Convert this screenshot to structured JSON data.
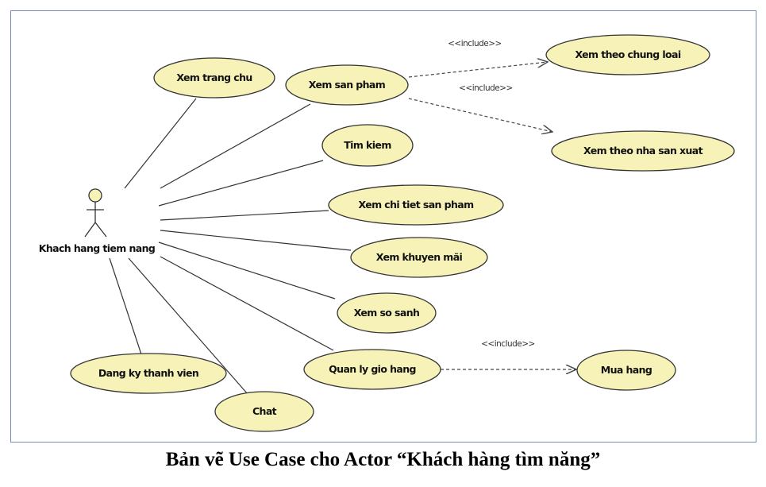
{
  "diagram": {
    "actor": {
      "name": "Khach hang tiem nang"
    },
    "use_cases": [
      {
        "id": "trang_chu",
        "label": "Xem trang chu"
      },
      {
        "id": "san_pham",
        "label": "Xem san pham"
      },
      {
        "id": "chung_loai",
        "label": "Xem theo chung loai"
      },
      {
        "id": "nha_sx",
        "label": "Xem theo nha san xuat"
      },
      {
        "id": "tim_kiem",
        "label": "Tim kiem"
      },
      {
        "id": "chi_tiet",
        "label": "Xem chi tiet san pham"
      },
      {
        "id": "khuyen_mai",
        "label": "Xem khuyen mãi"
      },
      {
        "id": "so_sanh",
        "label": "Xem so sanh"
      },
      {
        "id": "gio_hang",
        "label": "Quan ly gio hang"
      },
      {
        "id": "mua_hang",
        "label": "Mua hang"
      },
      {
        "id": "dang_ky",
        "label": "Dang ky thanh vien"
      },
      {
        "id": "chat",
        "label": "Chat"
      }
    ],
    "associations": [
      "trang_chu",
      "san_pham",
      "tim_kiem",
      "chi_tiet",
      "khuyen_mai",
      "so_sanh",
      "gio_hang",
      "chat",
      "dang_ky"
    ],
    "includes": [
      {
        "from": "san_pham",
        "to": "chung_loai",
        "label": "<<include>>"
      },
      {
        "from": "san_pham",
        "to": "nha_sx",
        "label": "<<include>>"
      },
      {
        "from": "gio_hang",
        "to": "mua_hang",
        "label": "<<include>>"
      }
    ],
    "colors": {
      "fill": "#f7f3b8",
      "stroke": "#333333",
      "frame": "#7090bb"
    }
  },
  "caption": "Bản vẽ Use Case cho Actor “Khách hàng tìm năng”"
}
